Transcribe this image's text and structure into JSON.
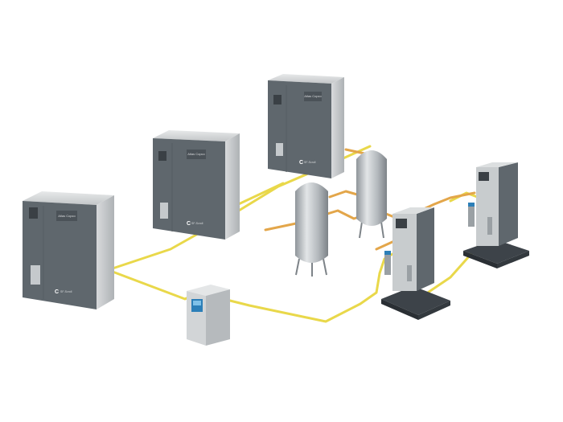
{
  "scene": "compressed-air-system",
  "colors": {
    "background": "#ffffff",
    "compressor_body": "#5f676d",
    "compressor_side": "#c9ccce",
    "pipe_yellow": "#e9d84a",
    "pipe_orange": "#e3a64a",
    "tank_steel": "#b9bec2",
    "screen_blue": "#2c7fb8"
  },
  "compressors": [
    {
      "name": "compressor-front",
      "badge_letter": "C",
      "brand": "Atlas Copco",
      "model": "SF-Scroll"
    },
    {
      "name": "compressor-middle",
      "badge_letter": "C",
      "brand": "Atlas Copco",
      "model": "SF-Scroll"
    },
    {
      "name": "compressor-back",
      "badge_letter": "C",
      "brand": "Atlas Copco",
      "model": "SF-Scroll"
    }
  ],
  "icons": {
    "controller": "control-cabinet-icon",
    "tank": "air-receiver-tank-icon",
    "dryer": "dryer-unit-icon"
  }
}
